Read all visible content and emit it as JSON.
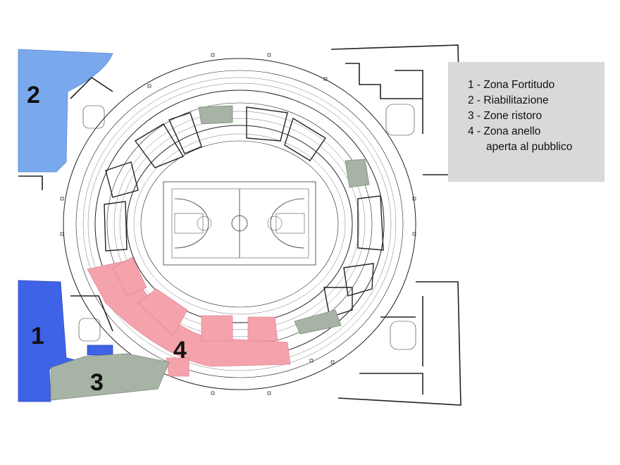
{
  "zones": [
    {
      "number": "1",
      "label": "Zona Fortitudo",
      "color": "#3f63e6"
    },
    {
      "number": "2",
      "label": "Riabilitazione",
      "color": "#7aa8ec"
    },
    {
      "number": "3",
      "label": "Zone ristoro",
      "color": "#a7b3a5"
    },
    {
      "number": "4",
      "label": "Zona anello",
      "label_line2": "aperta al pubblico",
      "color": "#f4a3ad"
    }
  ],
  "legend": {
    "items": [
      "1 - Zona Fortitudo",
      "2 - Riabilitazione",
      "3 - Zone ristoro",
      "4 - Zona anello"
    ],
    "item4_line2": "aperta al pubblico"
  }
}
